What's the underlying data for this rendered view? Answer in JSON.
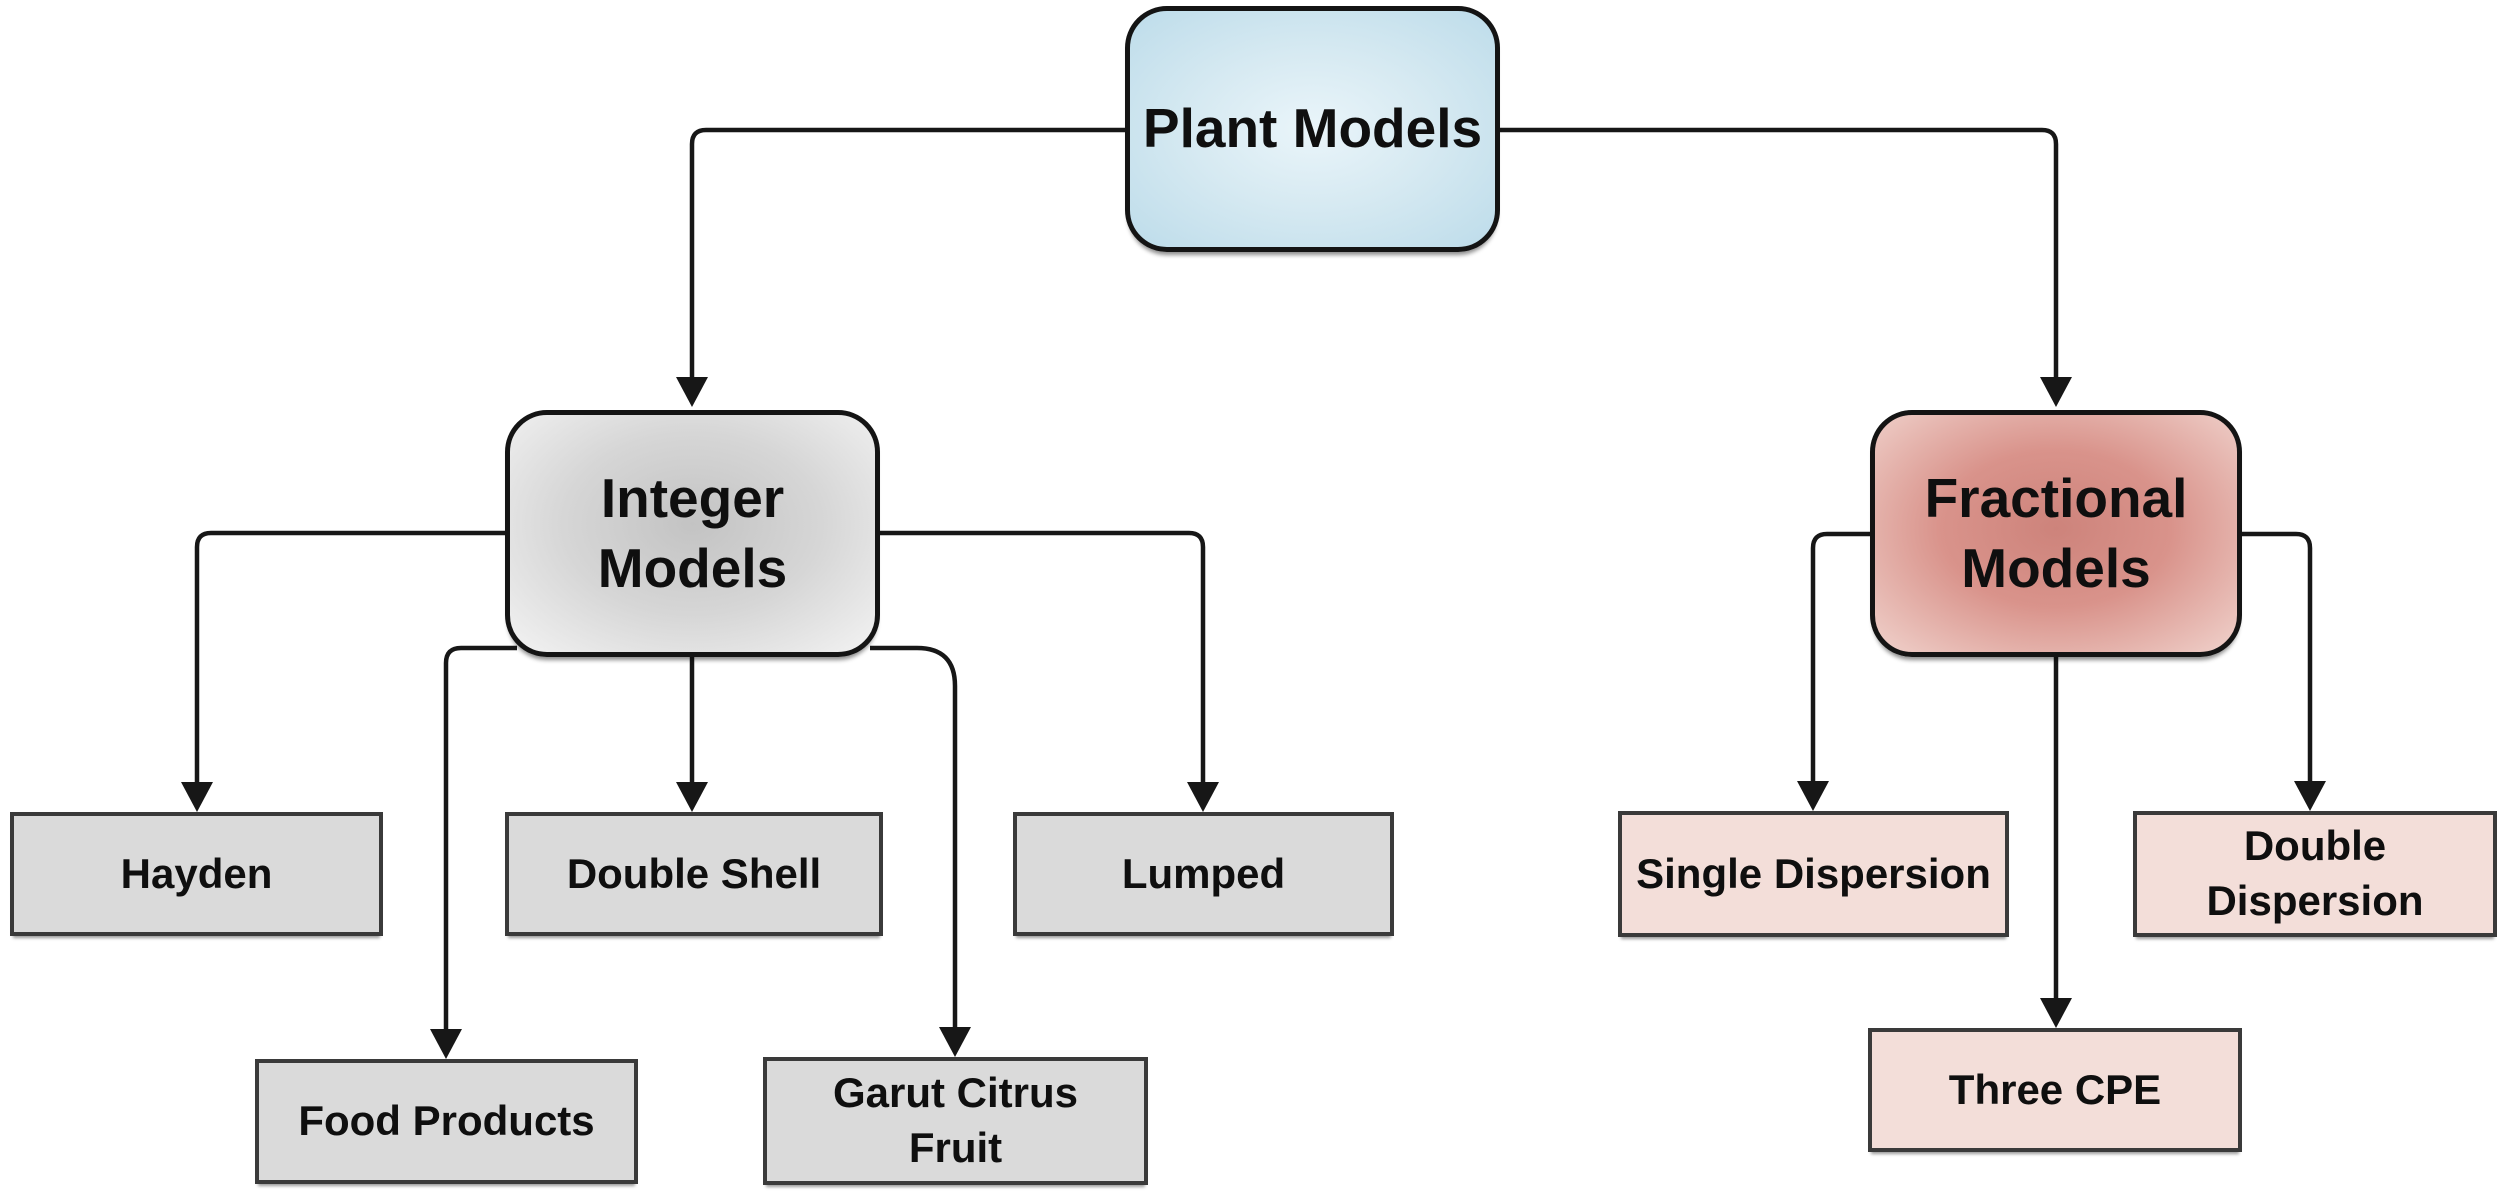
{
  "diagram": {
    "title": "Plant Models classification tree",
    "type": "flowchart-tree",
    "hierarchy": {
      "root": "Plant Models",
      "children": [
        {
          "label": "Integer Models",
          "children": [
            "Hayden",
            "Double Shell",
            "Lumped",
            "Food Products",
            "Garut Citrus Fruit"
          ]
        },
        {
          "label": "Fractional Models",
          "children": [
            "Single Dispersion",
            "Double Dispersion",
            "Three CPE"
          ]
        }
      ]
    }
  },
  "nodes": {
    "plant": {
      "label": "Plant Models"
    },
    "integer": {
      "label": "Integer Models"
    },
    "fractional": {
      "label": "Fractional Models"
    },
    "hayden": {
      "label": "Hayden"
    },
    "double_shell": {
      "label": "Double Shell"
    },
    "lumped": {
      "label": "Lumped"
    },
    "food_products": {
      "label": "Food Products"
    },
    "garut": {
      "label": "Garut Citrus Fruit"
    },
    "single_dispersion": {
      "label": "Single Dispersion"
    },
    "double_dispersion": {
      "label": "Double Dispersion"
    },
    "three_cpe": {
      "label": "Three CPE"
    }
  },
  "colors": {
    "background": "#ffffff",
    "connector_line": "#171717",
    "text": "#0f0f0f",
    "hub_border": "#141414",
    "leaf_border": "#3a3a3a",
    "plant_gradient_center": "#eaf5fa",
    "plant_gradient_edge": "#bddcea",
    "integer_gradient_center": "#c3c3c3",
    "integer_gradient_edge": "#f3f3f3",
    "fractional_gradient_center": "#cd837b",
    "fractional_gradient_edge": "#f0d2cc",
    "leaf_gray_fill": "#dadada",
    "leaf_pink_fill": "#f3ded9"
  }
}
